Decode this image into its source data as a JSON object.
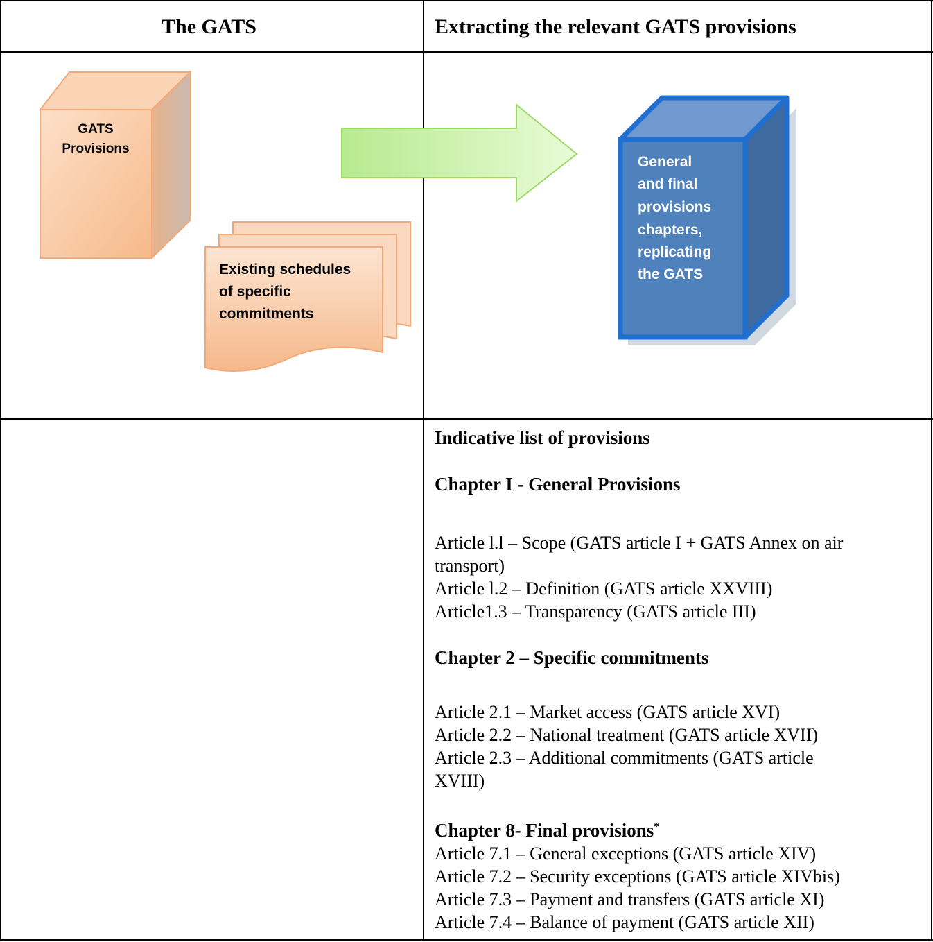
{
  "headers": {
    "left": "The GATS",
    "right": "Extracting the relevant GATS provisions"
  },
  "diagram": {
    "left_box_label": [
      "GATS",
      "Provisions"
    ],
    "schedule_label": [
      "Existing schedules",
      "of specific",
      "commitments"
    ],
    "right_box_label": [
      "General",
      "and final",
      "provisions",
      "chapters,",
      "replicating",
      "the GATS"
    ],
    "colors": {
      "left_box_face": "#f9c9a2",
      "left_box_side": "#d4a88a",
      "arrow_fill": "#c9f1a4",
      "right_box_face": "#4f81bd",
      "right_box_side": "#3f6aa0",
      "right_box_border": "#1f6fd0"
    }
  },
  "list": {
    "title": "Indicative list of provisions",
    "chapter1": {
      "heading": "Chapter I - General Provisions",
      "items": [
        "Article l.l – Scope (GATS article I + GATS Annex on air",
        "transport)",
        "Article l.2 – Definition (GATS article XXVIII)",
        "Article1.3 – Transparency (GATS article III)"
      ]
    },
    "chapter2": {
      "heading": "Chapter 2 – Specific commitments",
      "items": [
        "Article 2.1 – Market access (GATS article XVI)",
        "Article 2.2 – National treatment (GATS article XVII)",
        "Article 2.3 – Additional commitments (GATS article",
        "XVIII)"
      ]
    },
    "chapter8": {
      "heading": "Chapter 8- Final provisions",
      "footnote_mark": "*",
      "items": [
        "Article 7.1 – General exceptions (GATS article XIV)",
        "Article 7.2 – Security exceptions (GATS article XIVbis)",
        "Article 7.3 – Payment and transfers (GATS article XI)",
        "Article 7.4 – Balance of payment (GATS article XII)"
      ]
    }
  }
}
